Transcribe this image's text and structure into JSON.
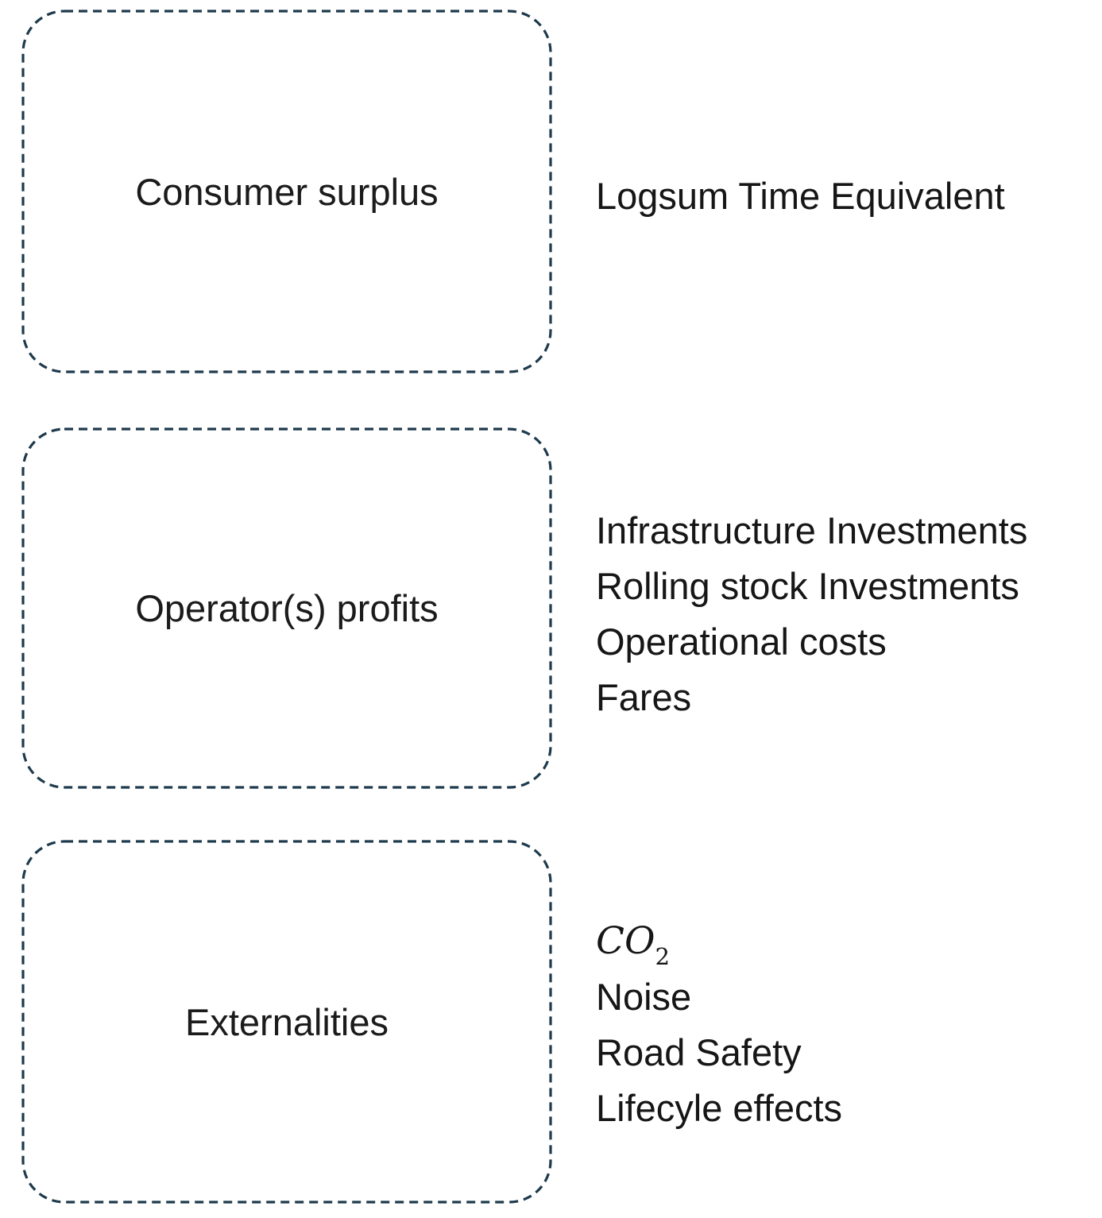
{
  "diagram": {
    "colors": {
      "border": "#1e3a4c",
      "text": "#1b1b1b",
      "background": "#ffffff"
    },
    "rows": [
      {
        "box_label": "Consumer surplus",
        "lines": [
          "Logsum Time Equivalent"
        ]
      },
      {
        "box_label": "Operator(s) profits",
        "lines": [
          "Infrastructure Investments",
          "Rolling stock Investments",
          "Operational costs",
          "Fares"
        ]
      },
      {
        "box_label": "Externalities",
        "co2": {
          "base": "CO",
          "sub": "2"
        },
        "lines": [
          "Noise",
          "Road Safety",
          "Lifecyle effects"
        ]
      }
    ]
  }
}
